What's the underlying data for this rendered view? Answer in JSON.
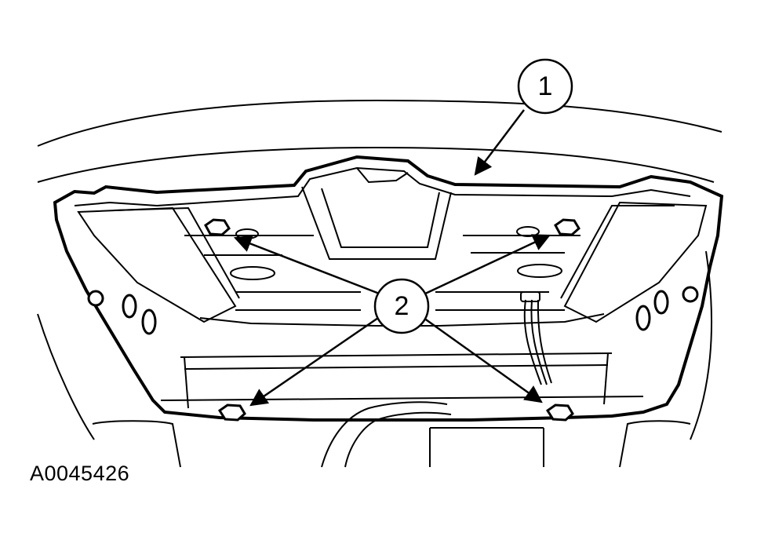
{
  "figure": {
    "id_label": "A0045426",
    "line_color": "#000000",
    "background_color": "#ffffff"
  },
  "callouts": [
    {
      "number": "1",
      "refers_to": "overhead-console-bracket"
    },
    {
      "number": "2",
      "refers_to": "bracket-nuts"
    }
  ]
}
